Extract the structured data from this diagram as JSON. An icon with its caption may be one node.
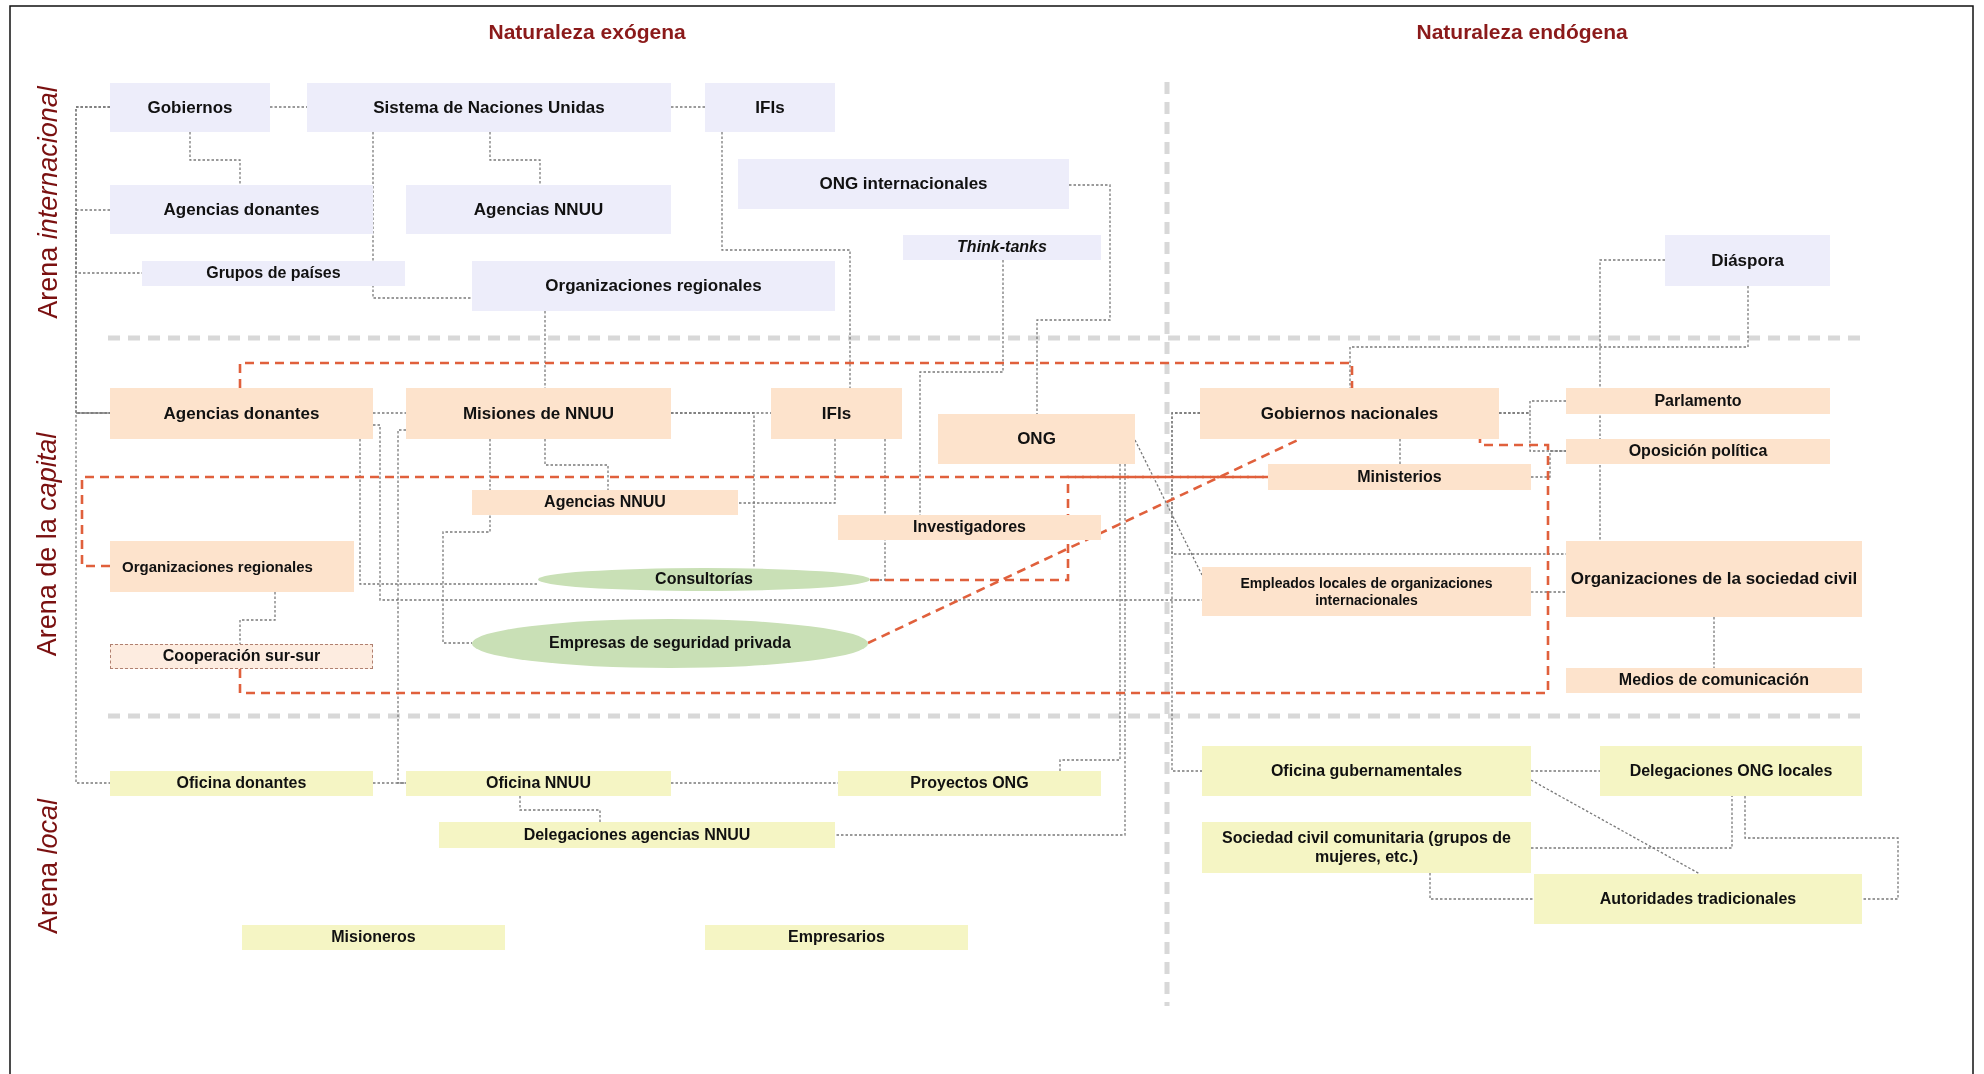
{
  "diagram": {
    "nodes": [
      {
        "text": [
          "Gobiernos"
        ]
      },
      {
        "text": [
          "Sistema de Naciones Unidas"
        ]
      },
      {
        "text": [
          "IFIs"
        ]
      },
      {
        "text": [
          "ONG internacionales"
        ]
      },
      {
        "text": [
          "Agencias donantes"
        ]
      },
      {
        "text": [
          "Agencias NNUU"
        ]
      },
      {
        "text": [
          "Think-tanks"
        ]
      },
      {
        "text": [
          "Grupos de países"
        ]
      },
      {
        "text": [
          "Organizaciones regionales"
        ]
      },
      {
        "text": [
          "Diáspora"
        ]
      },
      {
        "text": [
          "Agencias donantes"
        ]
      },
      {
        "text": [
          "Misiones de NNUU"
        ]
      },
      {
        "text": [
          "IFIs"
        ]
      },
      {
        "text": [
          "ONG"
        ]
      },
      {
        "text": [
          "Gobiernos nacionales"
        ]
      },
      {
        "text": [
          "Parlamento"
        ]
      },
      {
        "text": [
          "Oposición política"
        ]
      },
      {
        "text": [
          "Ministerios"
        ]
      },
      {
        "text": [
          "Agencias NNUU"
        ]
      },
      {
        "text": [
          "Investigadores"
        ]
      },
      {
        "text": [
          "Organizaciones regionales"
        ]
      },
      {
        "text": [
          "Consultorías"
        ]
      },
      {
        "text": [
          "Empleados locales de organizaciones internacionales"
        ]
      },
      {
        "text": [
          "Organizaciones de la sociedad civil"
        ]
      },
      {
        "text": [
          "Cooperación sur-sur"
        ]
      },
      {
        "text": [
          "Empresas de seguridad privada"
        ]
      },
      {
        "text": [
          "Medios de comunicación"
        ]
      },
      {
        "text": [
          "Oficina donantes"
        ]
      },
      {
        "text": [
          "Oficina NNUU"
        ]
      },
      {
        "text": [
          "Proyectos ONG"
        ]
      },
      {
        "text": [
          "Oficina gubernamentales"
        ]
      },
      {
        "text": [
          "Delegaciones ONG locales"
        ]
      },
      {
        "text": [
          "Delegaciones agencias NNUU"
        ]
      },
      {
        "text": [
          "Sociedad civil comunitaria (grupos de mujeres, etc.)"
        ]
      },
      {
        "text": [
          "Autoridades tradicionales"
        ]
      },
      {
        "text": [
          "Misioneros"
        ]
      },
      {
        "text": [
          "Empresarios"
        ]
      }
    ],
    "edges": [
      {
        "from": 0,
        "to": 1,
        "arrow": "none"
      },
      {
        "from": 1,
        "to": 2,
        "arrow": "none"
      },
      {
        "from": 0,
        "to": 4,
        "arrow": "none"
      },
      {
        "from": 1,
        "to": 5,
        "arrow": "none"
      },
      {
        "from": 1,
        "to": 8,
        "arrow": "none"
      },
      {
        "from": 8,
        "to": 11,
        "arrow": "none"
      },
      {
        "from": 2,
        "to": 12,
        "arrow": "none"
      },
      {
        "from": 3,
        "to": 13,
        "arrow": "none"
      },
      {
        "from": 6,
        "to": 19,
        "arrow": "none"
      },
      {
        "from": 0,
        "to": 7,
        "arrow": "none"
      },
      {
        "from": 0,
        "to": 10,
        "arrow": "none"
      },
      {
        "from": 4,
        "to": 10,
        "arrow": "none"
      },
      {
        "from": 10,
        "to": 27,
        "arrow": "none"
      },
      {
        "from": 10,
        "to": 11,
        "arrow": "none"
      },
      {
        "from": 10,
        "to": 22,
        "arrow": "none"
      },
      {
        "from": 10,
        "to": 21,
        "arrow": "none"
      },
      {
        "from": 11,
        "to": 18,
        "arrow": "none"
      },
      {
        "from": 11,
        "to": 25,
        "arrow": "none"
      },
      {
        "from": 11,
        "to": 12,
        "arrow": "none"
      },
      {
        "from": 11,
        "to": 21,
        "arrow": "none"
      },
      {
        "from": 12,
        "to": 18,
        "arrow": "none"
      },
      {
        "from": 12,
        "to": 21,
        "arrow": "none"
      },
      {
        "from": 20,
        "to": 24,
        "arrow": "none"
      },
      {
        "from": 13,
        "to": 29,
        "arrow": "none"
      },
      {
        "from": 13,
        "to": 32,
        "arrow": "none"
      },
      {
        "from": 13,
        "to": 22,
        "arrow": "none"
      },
      {
        "from": 27,
        "to": 28,
        "arrow": "none"
      },
      {
        "from": 11,
        "to": 28,
        "arrow": "none"
      },
      {
        "from": 28,
        "to": 29,
        "arrow": "none"
      },
      {
        "from": 28,
        "to": 32,
        "arrow": "none"
      },
      {
        "from": 14,
        "to": 30,
        "arrow": "none"
      },
      {
        "from": 14,
        "to": 23,
        "arrow": "none"
      },
      {
        "from": 14,
        "to": 15,
        "arrow": "none"
      },
      {
        "from": 14,
        "to": 16,
        "arrow": "none"
      },
      {
        "from": 14,
        "to": 17,
        "arrow": "none"
      },
      {
        "from": 17,
        "to": 16,
        "arrow": "none"
      },
      {
        "from": 9,
        "to": 23,
        "arrow": "none"
      },
      {
        "from": 9,
        "to": 14,
        "arrow": "none"
      },
      {
        "from": 22,
        "to": 23,
        "arrow": "none"
      },
      {
        "from": 23,
        "to": 26,
        "arrow": "none"
      },
      {
        "from": 30,
        "to": 31,
        "arrow": "none"
      },
      {
        "from": 30,
        "to": 34,
        "arrow": "none"
      },
      {
        "from": 33,
        "to": 31,
        "arrow": "none"
      },
      {
        "from": 31,
        "to": 34,
        "arrow": "none"
      },
      {
        "from": 33,
        "to": 34,
        "arrow": "none"
      },
      {
        "from": 10,
        "to": 14,
        "arrow": "none",
        "style": "dashed",
        "color": "#e0603c"
      },
      {
        "from": 24,
        "to": 14,
        "arrow": "none",
        "style": "dashed",
        "color": "#e0603c"
      },
      {
        "from": 20,
        "to": 17,
        "arrow": "none",
        "style": "dashed",
        "color": "#e0603c"
      },
      {
        "from": 21,
        "to": 17,
        "arrow": "none",
        "style": "dashed",
        "color": "#e0603c"
      },
      {
        "from": 25,
        "to": 14,
        "arrow": "none",
        "style": "dashed",
        "color": "#e0603c"
      }
    ],
    "labels": [
      "Naturaleza exógena",
      "Naturaleza endógena",
      "Arena *internacional*",
      "Arena de la *capital*",
      "Arena *local*"
    ]
  }
}
